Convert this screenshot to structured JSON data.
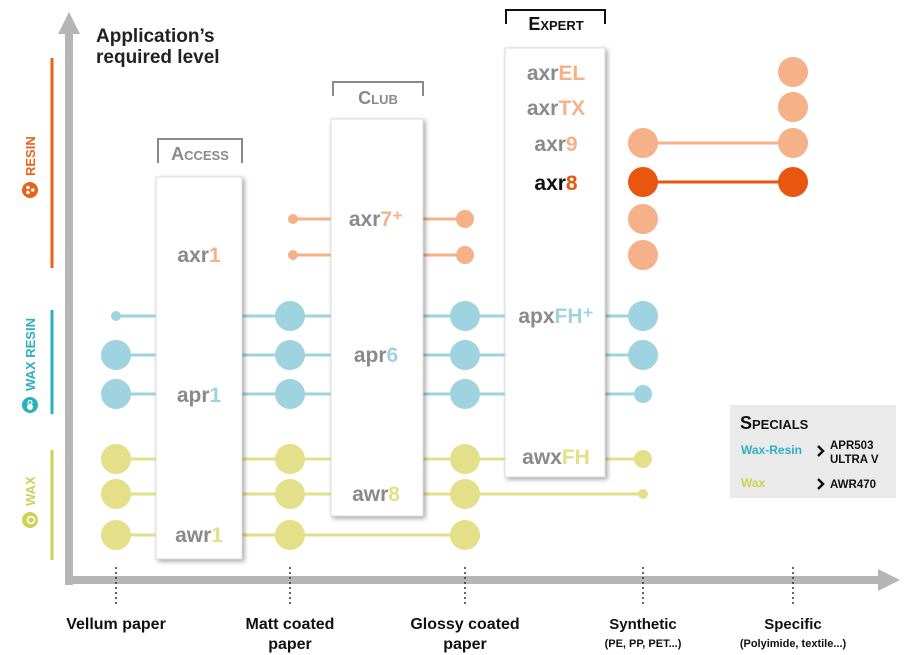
{
  "y_axis_title": [
    "Application’s",
    "required level"
  ],
  "families": [
    {
      "id": "resin",
      "label": "RESIN",
      "color": "#e8621c"
    },
    {
      "id": "wax_resin",
      "label": "WAX RESIN",
      "color": "#2bb0c2"
    },
    {
      "id": "wax",
      "label": "WAX",
      "color": "#cdd155"
    }
  ],
  "colors": {
    "resin_light": "#f5b187",
    "resin_dark": "#e8560f",
    "wax_resin": "#9fd3e0",
    "wax": "#e3e089",
    "product_grey": "#8a8a8a",
    "axis_grey": "#b5b5b5",
    "box_border": "#dcdcdc"
  },
  "levels": [
    {
      "id": "access",
      "label": "Access"
    },
    {
      "id": "club",
      "label": "Club"
    },
    {
      "id": "expert",
      "label": "Expert"
    }
  ],
  "products": [
    {
      "id": "axr1",
      "prefix": "axr",
      "suffix": "1",
      "family": "resin",
      "level": "access"
    },
    {
      "id": "apr1",
      "prefix": "apr",
      "suffix": "1",
      "family": "wax_resin",
      "level": "access"
    },
    {
      "id": "awr1",
      "prefix": "awr",
      "suffix": "1",
      "family": "wax",
      "level": "access"
    },
    {
      "id": "axr7",
      "prefix": "axr",
      "suffix": "7⁺",
      "family": "resin",
      "level": "club"
    },
    {
      "id": "apr6",
      "prefix": "apr",
      "suffix": "6",
      "family": "wax_resin",
      "level": "club"
    },
    {
      "id": "awr8",
      "prefix": "awr",
      "suffix": "8",
      "family": "wax",
      "level": "club"
    },
    {
      "id": "axrel",
      "prefix": "axr",
      "suffix": "EL",
      "family": "resin",
      "level": "expert"
    },
    {
      "id": "axrtx",
      "prefix": "axr",
      "suffix": "TX",
      "family": "resin",
      "level": "expert"
    },
    {
      "id": "axr9",
      "prefix": "axr",
      "suffix": "9",
      "family": "resin",
      "level": "expert"
    },
    {
      "id": "axr8",
      "prefix": "axr",
      "suffix": "8",
      "family": "resin",
      "level": "expert",
      "highlight": true
    },
    {
      "id": "apxfh",
      "prefix": "apx",
      "suffix": "FH⁺",
      "family": "wax_resin",
      "level": "expert"
    },
    {
      "id": "awxfh",
      "prefix": "awx",
      "suffix": "FH",
      "family": "wax",
      "level": "expert"
    }
  ],
  "media": [
    {
      "id": "vellum",
      "lines": [
        "Vellum paper"
      ],
      "sub": ""
    },
    {
      "id": "matt",
      "lines": [
        "Matt coated",
        "paper"
      ],
      "sub": ""
    },
    {
      "id": "glossy",
      "lines": [
        "Glossy coated",
        "paper"
      ],
      "sub": ""
    },
    {
      "id": "synthetic",
      "lines": [
        "Synthetic"
      ],
      "sub": "(PE, PP, PET...)"
    },
    {
      "id": "specific",
      "lines": [
        "Specific"
      ],
      "sub": "(Polyimide, textile...)"
    }
  ],
  "specials": {
    "title": "Specials",
    "rows": [
      {
        "label": "Wax-Resin",
        "family": "wax_resin",
        "value": [
          "APR503",
          "ULTRA V"
        ]
      },
      {
        "label": "Wax",
        "family": "wax",
        "value": [
          "AWR470"
        ]
      }
    ]
  }
}
